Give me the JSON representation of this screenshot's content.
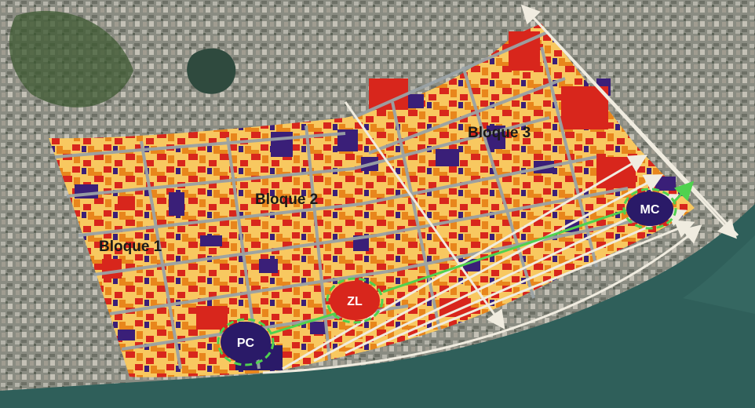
{
  "labels": {
    "bloque_1": "Bloque 1",
    "bloque_2": "Bloque 2",
    "bloque_3": "Bloque 3"
  },
  "zones": {
    "pc": "PC",
    "zl": "ZL",
    "mc": "MC"
  },
  "colors": {
    "satellite_base": "#8a8c82",
    "river": "#2f5f5a",
    "land_use_yellow": "#f8c860",
    "land_use_orange": "#e8861c",
    "land_use_red": "#d8261c",
    "land_use_purple": "#3a1f78",
    "street": "#9aa3a6",
    "flow_arrow": "#f0ece0",
    "zone_ring": "#4fd24f",
    "zone_fill": "#2a1a68"
  }
}
